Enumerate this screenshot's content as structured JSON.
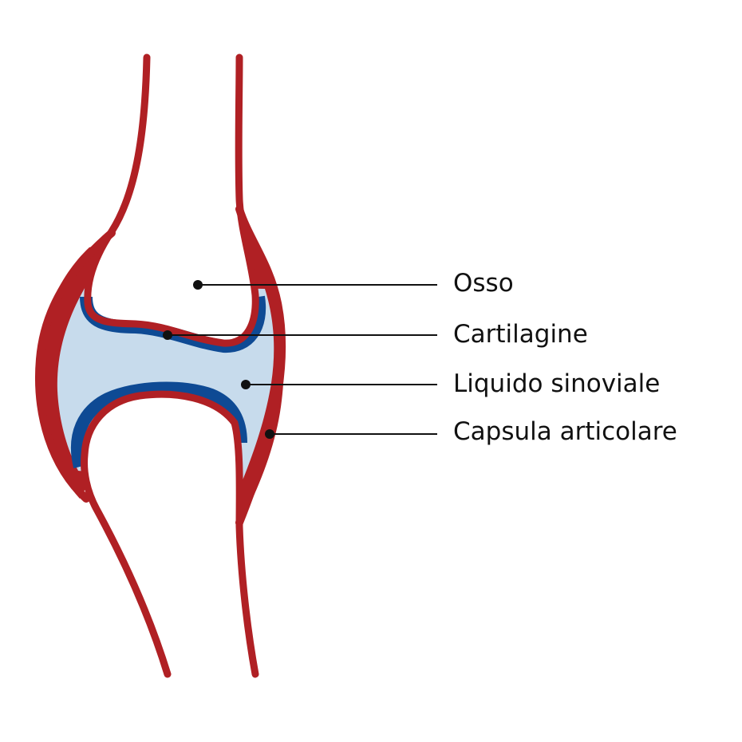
{
  "colors": {
    "capsule": "#b02024",
    "cartilage": "#0e4a94",
    "synovial_fluid": "#c7dbec",
    "bone": "#ffffff",
    "leader": "#111111"
  },
  "labels": {
    "bone": "Osso",
    "cartilage": "Cartilagine",
    "synovial_fluid": "Liquido sinoviale",
    "capsule": "Capsula articolare"
  }
}
